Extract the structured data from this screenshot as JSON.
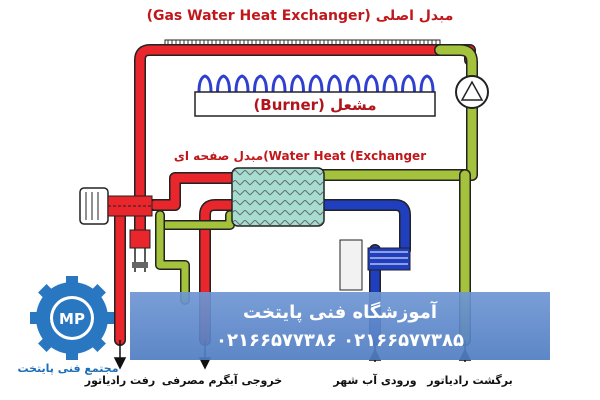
{
  "labels": {
    "gas_heat_exchanger": "(Gas Water Heat Exchanger) مبدل اصلی",
    "burner": "(Burner) مشعل",
    "plate_heat_exchanger": "مبدل صفحه ای(Water Heat (Exchanger",
    "radiator_supply": "رفت رادیاتور",
    "hot_water_outlet": "خروجی آبگرم مصرفی",
    "city_water_inlet": "ورودی آب شهر",
    "radiator_return": "برگشت رادیاتور"
  },
  "banner": {
    "title": "آموزشگاه فنی پایتخت",
    "phones": "۰۲۱۶۶۵۷۷۳۸۶  ۰۲۱۶۶۵۷۷۳۸۵"
  },
  "logo": {
    "initials": "MP",
    "caption": "مجتمع فنی پایتخت"
  },
  "colors": {
    "supply_pipe": "#e8262b",
    "return_pipe": "#a4c23c",
    "cold_water_pipe": "#1f3fbf",
    "exchanger_core": "#a7dcd0",
    "burner_flame": "#2f3fcf",
    "banner": "#5b87c9",
    "logo_gear": "#2a77c1"
  }
}
